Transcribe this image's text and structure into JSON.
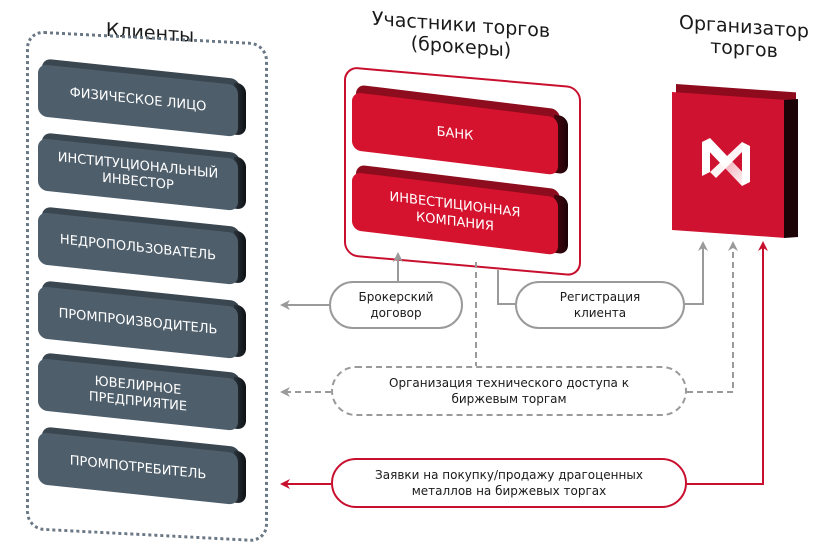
{
  "sections": {
    "clients": {
      "title": "Клиенты",
      "items": [
        {
          "label": "ФИЗИЧЕСКОЕ ЛИЦО"
        },
        {
          "label": "ИНСТИТУЦИОНАЛЬНЫЙ\nИНВЕСТОР"
        },
        {
          "label": "НЕДРОПОЛЬЗОВАТЕЛЬ"
        },
        {
          "label": "ПРОМПРОИЗВОДИТЕЛЬ"
        },
        {
          "label": "ЮВЕЛИРНОЕ\nПРЕДПРИЯТИЕ"
        },
        {
          "label": "ПРОМПОТРЕБИТЕЛЬ"
        }
      ]
    },
    "brokers": {
      "title": "Участники торгов\n(брокеры)",
      "items": [
        {
          "label": "БАНК"
        },
        {
          "label": "ИНВЕСТИЦИОННАЯ\nКОМПАНИЯ"
        }
      ]
    },
    "organizer": {
      "title": "Организатор\nторгов",
      "logo": "moex-logo-icon"
    }
  },
  "flows": {
    "brokerage_contract": {
      "label": "Брокерский\nдоговор",
      "style": "solid",
      "color": "#9a9a9a"
    },
    "client_registration": {
      "label": "Регистрация\nклиента",
      "style": "solid",
      "color": "#9a9a9a"
    },
    "technical_access": {
      "label": "Организация технического доступа к\nбиржевым торгам",
      "style": "dashed",
      "color": "#9a9a9a"
    },
    "orders": {
      "label": "Заявки на покупку/продажу драгоценных\nметаллов на биржевых торгах",
      "style": "solid",
      "color": "#c8102e"
    }
  },
  "colors": {
    "client_bar": "#4e5e6b",
    "broker_red": "#d5132e",
    "organizer_red": "#cf1230",
    "gray_arrow": "#9a9a9a",
    "red_arrow": "#c8102e"
  }
}
